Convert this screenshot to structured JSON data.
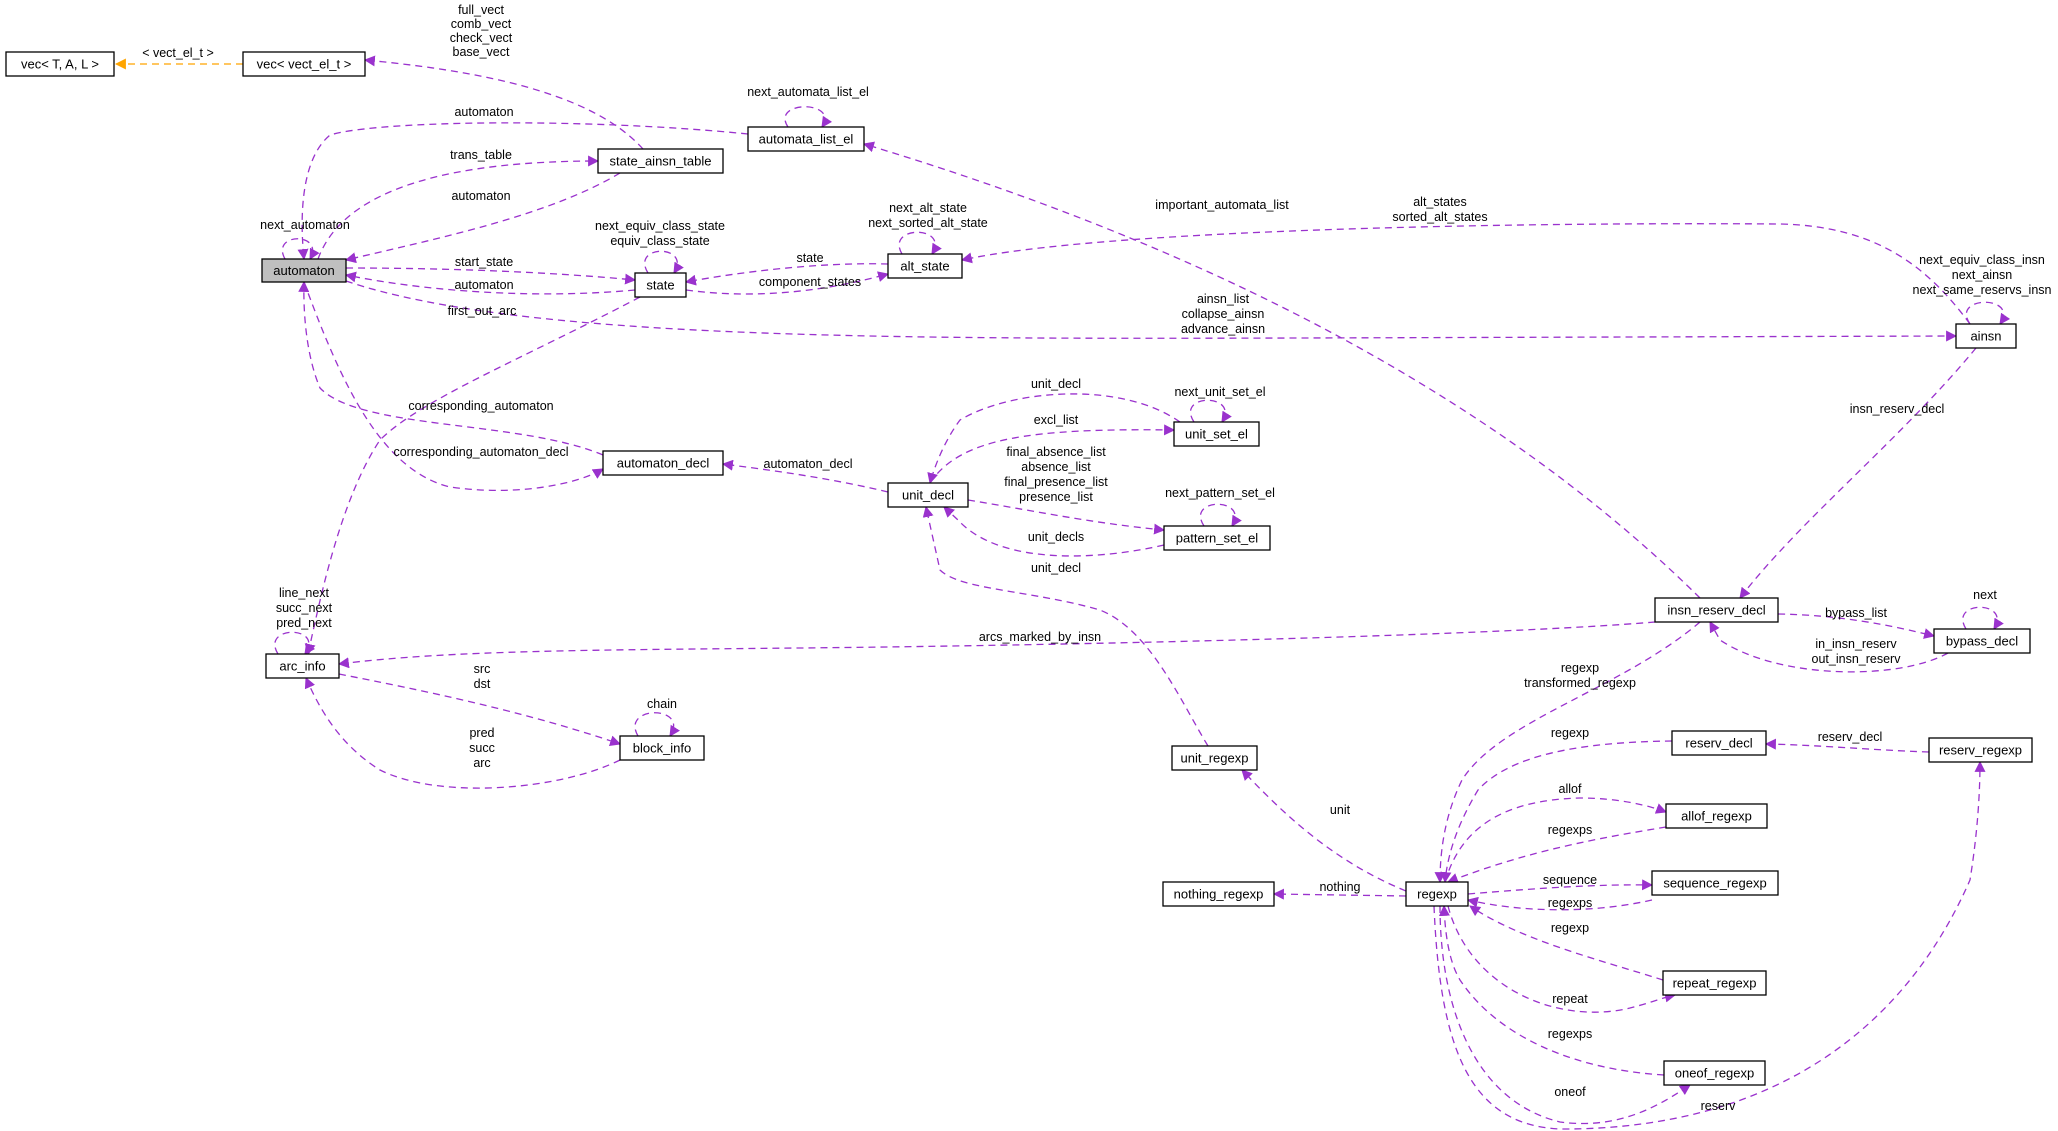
{
  "colors": {
    "member_edge": "#9a32cd",
    "template_edge": "#ffa500",
    "node_border": "#000000",
    "focus_fill": "#bfbfbf",
    "node_fill": "#ffffff"
  },
  "nodes": [
    {
      "id": "vec_tal",
      "label": "vec< T, A, L >"
    },
    {
      "id": "vec_el",
      "label": "vec< vect_el_t >"
    },
    {
      "id": "automata_list_el",
      "label": "automata_list_el"
    },
    {
      "id": "state_ainsn_table",
      "label": "state_ainsn_table"
    },
    {
      "id": "automaton",
      "label": "automaton",
      "focus": true
    },
    {
      "id": "state",
      "label": "state"
    },
    {
      "id": "alt_state",
      "label": "alt_state"
    },
    {
      "id": "ainsn",
      "label": "ainsn"
    },
    {
      "id": "automaton_decl",
      "label": "automaton_decl"
    },
    {
      "id": "unit_decl",
      "label": "unit_decl"
    },
    {
      "id": "unit_set_el",
      "label": "unit_set_el"
    },
    {
      "id": "pattern_set_el",
      "label": "pattern_set_el"
    },
    {
      "id": "arc_info",
      "label": "arc_info"
    },
    {
      "id": "block_info",
      "label": "block_info"
    },
    {
      "id": "insn_reserv_decl",
      "label": "insn_reserv_decl"
    },
    {
      "id": "bypass_decl",
      "label": "bypass_decl"
    },
    {
      "id": "unit_regexp",
      "label": "unit_regexp"
    },
    {
      "id": "reserv_decl",
      "label": "reserv_decl"
    },
    {
      "id": "reserv_regexp",
      "label": "reserv_regexp"
    },
    {
      "id": "allof_regexp",
      "label": "allof_regexp"
    },
    {
      "id": "nothing_regexp",
      "label": "nothing_regexp"
    },
    {
      "id": "regexp",
      "label": "regexp"
    },
    {
      "id": "sequence_regexp",
      "label": "sequence_regexp"
    },
    {
      "id": "repeat_regexp",
      "label": "repeat_regexp"
    },
    {
      "id": "oneof_regexp",
      "label": "oneof_regexp"
    }
  ],
  "edges": [
    {
      "id": "e_vec_template",
      "from": "vec_el",
      "to": "vec_tal",
      "kind": "template",
      "labels": [
        "< vect_el_t >"
      ]
    },
    {
      "id": "e_sat_vects",
      "from": "state_ainsn_table",
      "to": "vec_el",
      "labels": [
        "full_vect",
        "comb_vect",
        "check_vect",
        "base_vect"
      ]
    },
    {
      "id": "e_ale_automaton",
      "from": "automata_list_el",
      "to": "automaton",
      "labels": [
        "automaton"
      ]
    },
    {
      "id": "e_ale_self",
      "from": "automata_list_el",
      "to": "automata_list_el",
      "labels": [
        "next_automata_list_el"
      ]
    },
    {
      "id": "e_trans_table",
      "from": "automaton",
      "to": "state_ainsn_table",
      "labels": [
        "trans_table"
      ]
    },
    {
      "id": "e_sat_automaton",
      "from": "state_ainsn_table",
      "to": "automaton",
      "labels": [
        "automaton"
      ]
    },
    {
      "id": "e_next_automaton",
      "from": "automaton",
      "to": "automaton",
      "labels": [
        "next_automaton"
      ]
    },
    {
      "id": "e_start_state",
      "from": "automaton",
      "to": "state",
      "labels": [
        "start_state"
      ]
    },
    {
      "id": "e_state_automaton",
      "from": "state",
      "to": "automaton",
      "labels": [
        "automaton"
      ]
    },
    {
      "id": "e_state_self",
      "from": "state",
      "to": "state",
      "labels": [
        "next_equiv_class_state",
        "equiv_class_state"
      ]
    },
    {
      "id": "e_alt_state_state",
      "from": "alt_state",
      "to": "state",
      "labels": [
        "state"
      ]
    },
    {
      "id": "e_component_states",
      "from": "state",
      "to": "alt_state",
      "labels": [
        "component_states"
      ]
    },
    {
      "id": "e_alt_self",
      "from": "alt_state",
      "to": "alt_state",
      "labels": [
        "next_alt_state",
        "next_sorted_alt_state"
      ]
    },
    {
      "id": "e_alt_states",
      "from": "ainsn",
      "to": "alt_state",
      "labels": [
        "alt_states",
        "sorted_alt_states"
      ]
    },
    {
      "id": "e_ainsn_list",
      "from": "automaton",
      "to": "ainsn",
      "labels": [
        "ainsn_list",
        "collapse_ainsn",
        "advance_ainsn"
      ]
    },
    {
      "id": "e_ainsn_self",
      "from": "ainsn",
      "to": "ainsn",
      "labels": [
        "next_equiv_class_insn",
        "next_ainsn",
        "next_same_reservs_insn"
      ]
    },
    {
      "id": "e_important_automata",
      "from": "insn_reserv_decl",
      "to": "automata_list_el",
      "labels": [
        "important_automata_list"
      ]
    },
    {
      "id": "e_first_out_arc",
      "from": "state",
      "to": "arc_info",
      "labels": [
        "first_out_arc"
      ]
    },
    {
      "id": "e_corresponding_automaton",
      "from": "automaton_decl",
      "to": "automaton",
      "labels": [
        "corresponding_automaton"
      ]
    },
    {
      "id": "e_corresponding_automaton_decl",
      "from": "automaton",
      "to": "automaton_decl",
      "labels": [
        "corresponding_automaton_decl"
      ]
    },
    {
      "id": "e_unit_automaton_decl",
      "from": "unit_decl",
      "to": "automaton_decl",
      "labels": [
        "automaton_decl"
      ]
    },
    {
      "id": "e_use_unit_decl",
      "from": "unit_set_el",
      "to": "unit_decl",
      "labels": [
        "unit_decl"
      ]
    },
    {
      "id": "e_excl_list",
      "from": "unit_decl",
      "to": "unit_set_el",
      "labels": [
        "excl_list"
      ]
    },
    {
      "id": "e_use_self",
      "from": "unit_set_el",
      "to": "unit_set_el",
      "labels": [
        "next_unit_set_el"
      ]
    },
    {
      "id": "e_pattern_lists",
      "from": "unit_decl",
      "to": "pattern_set_el",
      "labels": [
        "final_absence_list",
        "absence_list",
        "final_presence_list",
        "presence_list"
      ]
    },
    {
      "id": "e_pattern_unit_decls",
      "from": "pattern_set_el",
      "to": "unit_decl",
      "labels": [
        "unit_decls"
      ]
    },
    {
      "id": "e_pattern_self",
      "from": "pattern_set_el",
      "to": "pattern_set_el",
      "labels": [
        "next_pattern_set_el"
      ]
    },
    {
      "id": "e_unit_regexp_decl",
      "from": "unit_regexp",
      "to": "unit_decl",
      "labels": [
        "unit_decl"
      ]
    },
    {
      "id": "e_insn_reserv_decl",
      "from": "ainsn",
      "to": "insn_reserv_decl",
      "labels": [
        "insn_reserv_decl"
      ]
    },
    {
      "id": "e_arcs_marked",
      "from": "insn_reserv_decl",
      "to": "arc_info",
      "labels": [
        "arcs_marked_by_insn"
      ]
    },
    {
      "id": "e_arc_self",
      "from": "arc_info",
      "to": "arc_info",
      "labels": [
        "line_next",
        "succ_next",
        "pred_next"
      ]
    },
    {
      "id": "e_src_dst",
      "from": "arc_info",
      "to": "block_info",
      "labels": [
        "src",
        "dst"
      ]
    },
    {
      "id": "e_pred_succ_arc",
      "from": "block_info",
      "to": "arc_info",
      "labels": [
        "pred",
        "succ",
        "arc"
      ]
    },
    {
      "id": "e_block_chain",
      "from": "block_info",
      "to": "block_info",
      "labels": [
        "chain"
      ]
    },
    {
      "id": "e_bypass_list",
      "from": "insn_reserv_decl",
      "to": "bypass_decl",
      "labels": [
        "bypass_list"
      ]
    },
    {
      "id": "e_in_out_insn_reserv",
      "from": "bypass_decl",
      "to": "insn_reserv_decl",
      "labels": [
        "in_insn_reserv",
        "out_insn_reserv"
      ]
    },
    {
      "id": "e_bypass_next",
      "from": "bypass_decl",
      "to": "bypass_decl",
      "labels": [
        "next"
      ]
    },
    {
      "id": "e_regexp_transformed",
      "from": "insn_reserv_decl",
      "to": "regexp",
      "labels": [
        "regexp",
        "transformed_regexp"
      ]
    },
    {
      "id": "e_reserv_decl_regexp",
      "from": "reserv_decl",
      "to": "regexp",
      "labels": [
        "regexp"
      ]
    },
    {
      "id": "e_reserv_regexp_decl",
      "from": "reserv_regexp",
      "to": "reserv_decl",
      "labels": [
        "reserv_decl"
      ]
    },
    {
      "id": "e_allof",
      "from": "regexp",
      "to": "allof_regexp",
      "labels": [
        "allof"
      ]
    },
    {
      "id": "e_allof_regexps",
      "from": "allof_regexp",
      "to": "regexp",
      "labels": [
        "regexps"
      ]
    },
    {
      "id": "e_unit",
      "from": "regexp",
      "to": "unit_regexp",
      "labels": [
        "unit"
      ]
    },
    {
      "id": "e_nothing",
      "from": "regexp",
      "to": "nothing_regexp",
      "labels": [
        "nothing"
      ]
    },
    {
      "id": "e_sequence",
      "from": "regexp",
      "to": "sequence_regexp",
      "labels": [
        "sequence"
      ]
    },
    {
      "id": "e_sequence_regexps",
      "from": "sequence_regexp",
      "to": "regexp",
      "labels": [
        "regexps"
      ]
    },
    {
      "id": "e_repeat_regexp",
      "from": "repeat_regexp",
      "to": "regexp",
      "labels": [
        "regexp"
      ]
    },
    {
      "id": "e_repeat",
      "from": "regexp",
      "to": "repeat_regexp",
      "labels": [
        "repeat"
      ]
    },
    {
      "id": "e_oneof_regexps",
      "from": "oneof_regexp",
      "to": "regexp",
      "labels": [
        "regexps"
      ]
    },
    {
      "id": "e_oneof",
      "from": "regexp",
      "to": "oneof_regexp",
      "labels": [
        "oneof"
      ]
    },
    {
      "id": "e_reserv",
      "from": "regexp",
      "to": "reserv_regexp",
      "labels": [
        "reserv"
      ]
    }
  ]
}
